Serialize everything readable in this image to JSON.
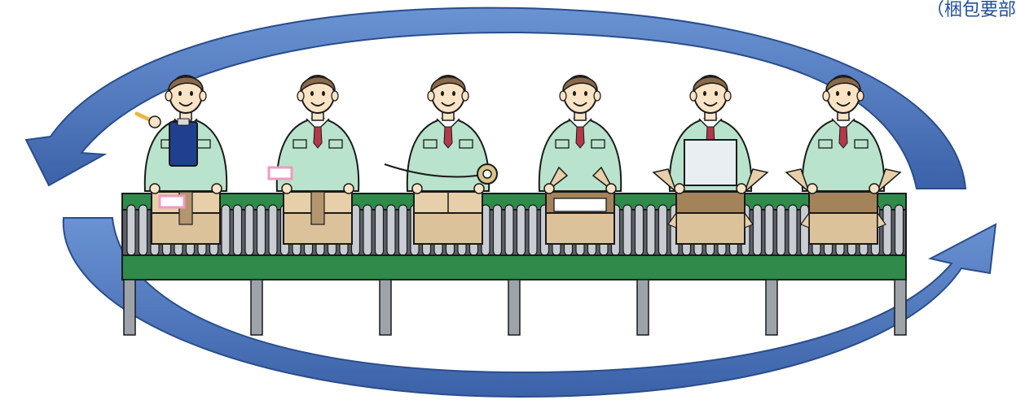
{
  "corner_text": "（梱包要部",
  "colors": {
    "arrow_fill": "#4a73b9",
    "arrow_dark": "#2a4d8c",
    "conveyor_green": "#2e8b4a",
    "conveyor_dark": "#1f6a37",
    "roller": "#c9cdd3",
    "leg": "#9ea3aa",
    "uniform": "#b9e3cc",
    "skin": "#fbe3c6",
    "hair": "#8a6a4a",
    "tie": "#b2394a",
    "box": "#dcc29b",
    "box_dark": "#b39670",
    "box_inside": "#a4835b",
    "clipboard": "#1f3f8f",
    "label_pink": "#ef9ac0",
    "insert_white": "#e9eef3"
  },
  "workers": [
    {
      "step": "inspect",
      "holds": "clipboard-pen",
      "box": "labeled-taped"
    },
    {
      "step": "label",
      "holds": "label",
      "box": "taped"
    },
    {
      "step": "tape",
      "holds": "tape-roll",
      "box": "closed"
    },
    {
      "step": "close",
      "holds": "flaps",
      "box": "closing"
    },
    {
      "step": "pack",
      "holds": "item",
      "box": "open"
    },
    {
      "step": "assemble",
      "holds": "box-flaps",
      "box": "open-empty"
    }
  ]
}
